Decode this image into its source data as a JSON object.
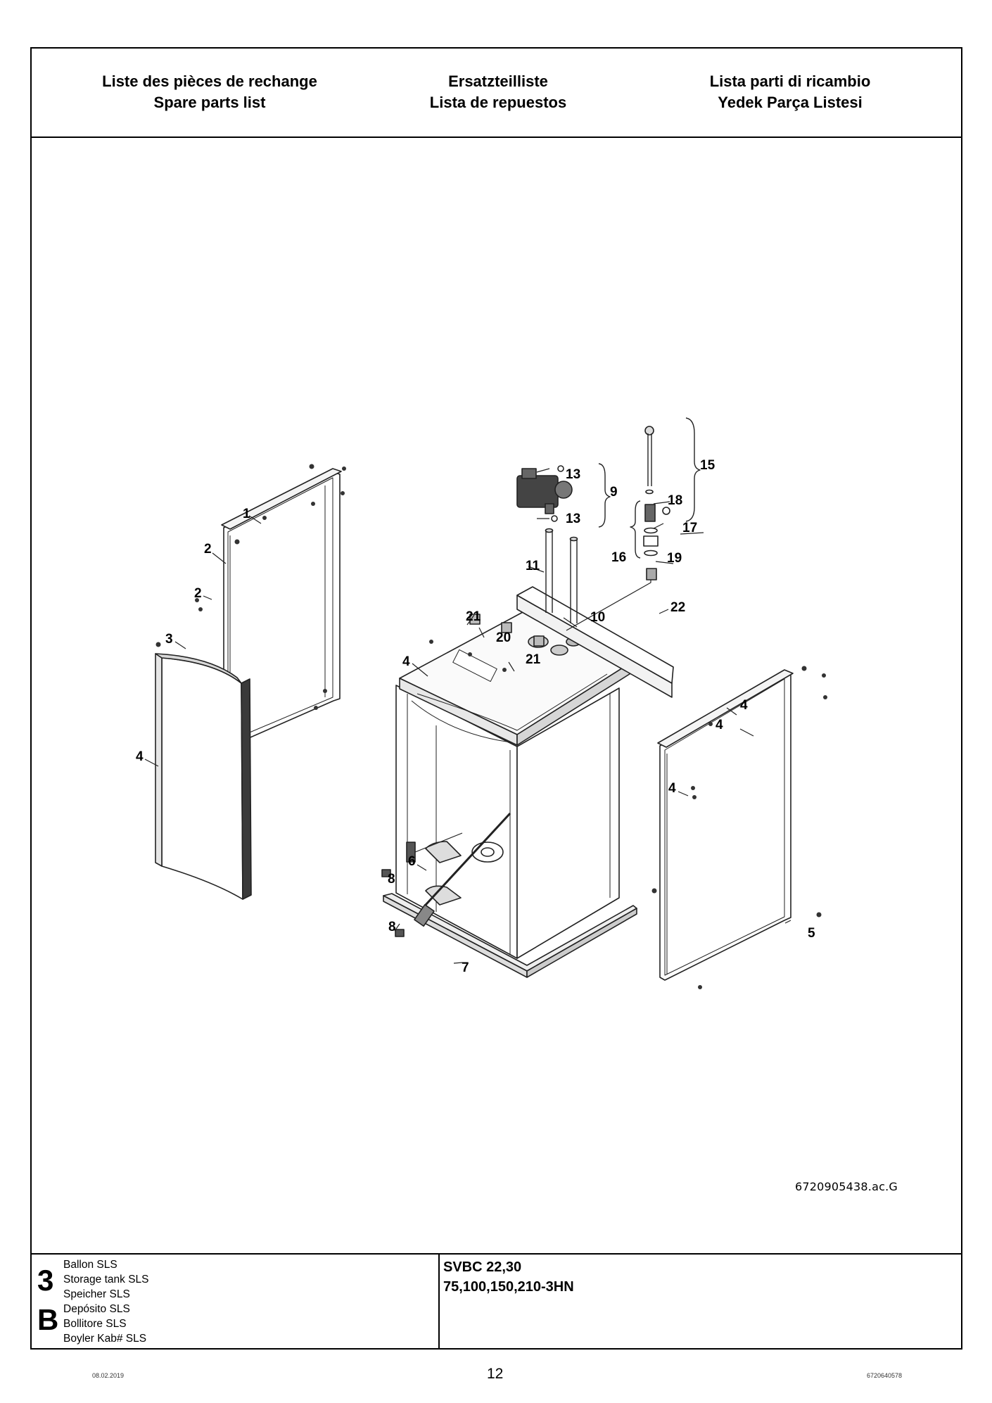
{
  "header": {
    "col1": [
      "Liste des pièces de rechange",
      "Spare parts list"
    ],
    "col2": [
      "Ersatzteilliste",
      "Lista de repuestos"
    ],
    "col3": [
      "Lista parti di ricambio",
      "Yedek Parça Listesi"
    ]
  },
  "drawing": {
    "reference_code": "6720905438.ac.G",
    "callouts": [
      "1",
      "2",
      "2",
      "3",
      "4",
      "4",
      "4",
      "4",
      "4",
      "5",
      "6",
      "7",
      "8",
      "8",
      "9",
      "10",
      "11",
      "13",
      "13",
      "15",
      "16",
      "17",
      "18",
      "19",
      "20",
      "21",
      "21",
      "22"
    ]
  },
  "footer": {
    "section_number": "3",
    "section_letter": "B",
    "names": [
      "Ballon SLS",
      "Storage tank SLS",
      "Speicher SLS",
      "Depósito SLS",
      "Bollitore SLS",
      "Boyler Kab# SLS"
    ],
    "model_line1": "SVBC 22,30",
    "model_line2": "75,100,150,210-3HN"
  },
  "bottom": {
    "date": "08.02.2019",
    "page": "12",
    "doc_number": "6720640578"
  }
}
